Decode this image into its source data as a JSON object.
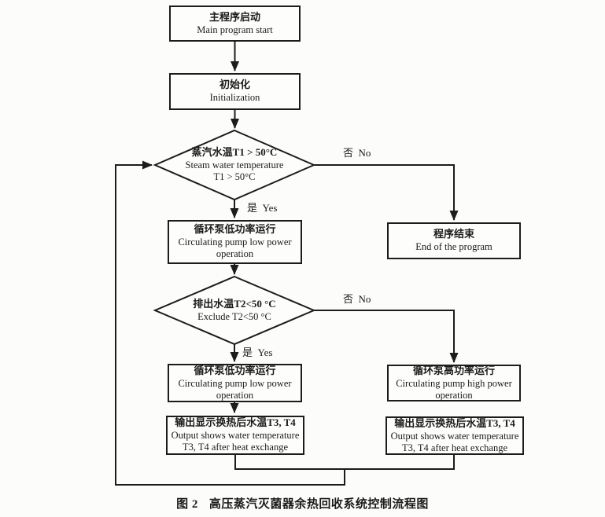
{
  "figure": {
    "caption_label": "图 2",
    "caption_text": "高压蒸汽灭菌器余热回收系统控制流程图"
  },
  "nodes": {
    "start": {
      "zh": "主程序启动",
      "en": [
        "Main program start"
      ]
    },
    "init": {
      "zh": "初始化",
      "en": [
        "Initialization"
      ]
    },
    "decision1": {
      "zh": "蒸汽水温T1 > 50°C",
      "en": [
        "Steam water temperature",
        "T1 > 50°C"
      ]
    },
    "pump_low_1": {
      "zh": "循环泵低功率运行",
      "en": [
        "Circulating pump low power",
        "operation"
      ]
    },
    "end": {
      "zh": "程序结束",
      "en": [
        "End of the program"
      ]
    },
    "decision2": {
      "zh": "排出水温T2<50 °C",
      "en": [
        "Exclude T2<50 °C"
      ]
    },
    "pump_low_2": {
      "zh": "循环泵低功率运行",
      "en": [
        "Circulating pump low power",
        "operation"
      ]
    },
    "pump_high": {
      "zh": "循环泵高功率运行",
      "en": [
        "Circulating pump high power",
        "operation"
      ]
    },
    "output_left": {
      "zh": "输出显示换热后水温T3, T4",
      "en": [
        "Output shows water temperature",
        "T3, T4 after heat exchange"
      ]
    },
    "output_right": {
      "zh": "输出显示换热后水温T3, T4",
      "en": [
        "Output shows water temperature",
        "T3, T4 after heat exchange"
      ]
    }
  },
  "labels": {
    "no1": "否  No",
    "yes1": "是  Yes",
    "no2": "否  No",
    "yes2": "是  Yes"
  },
  "colors": {
    "line": "#1c1c1c",
    "background": "#fcfcfa",
    "text": "#1b1b1b"
  }
}
